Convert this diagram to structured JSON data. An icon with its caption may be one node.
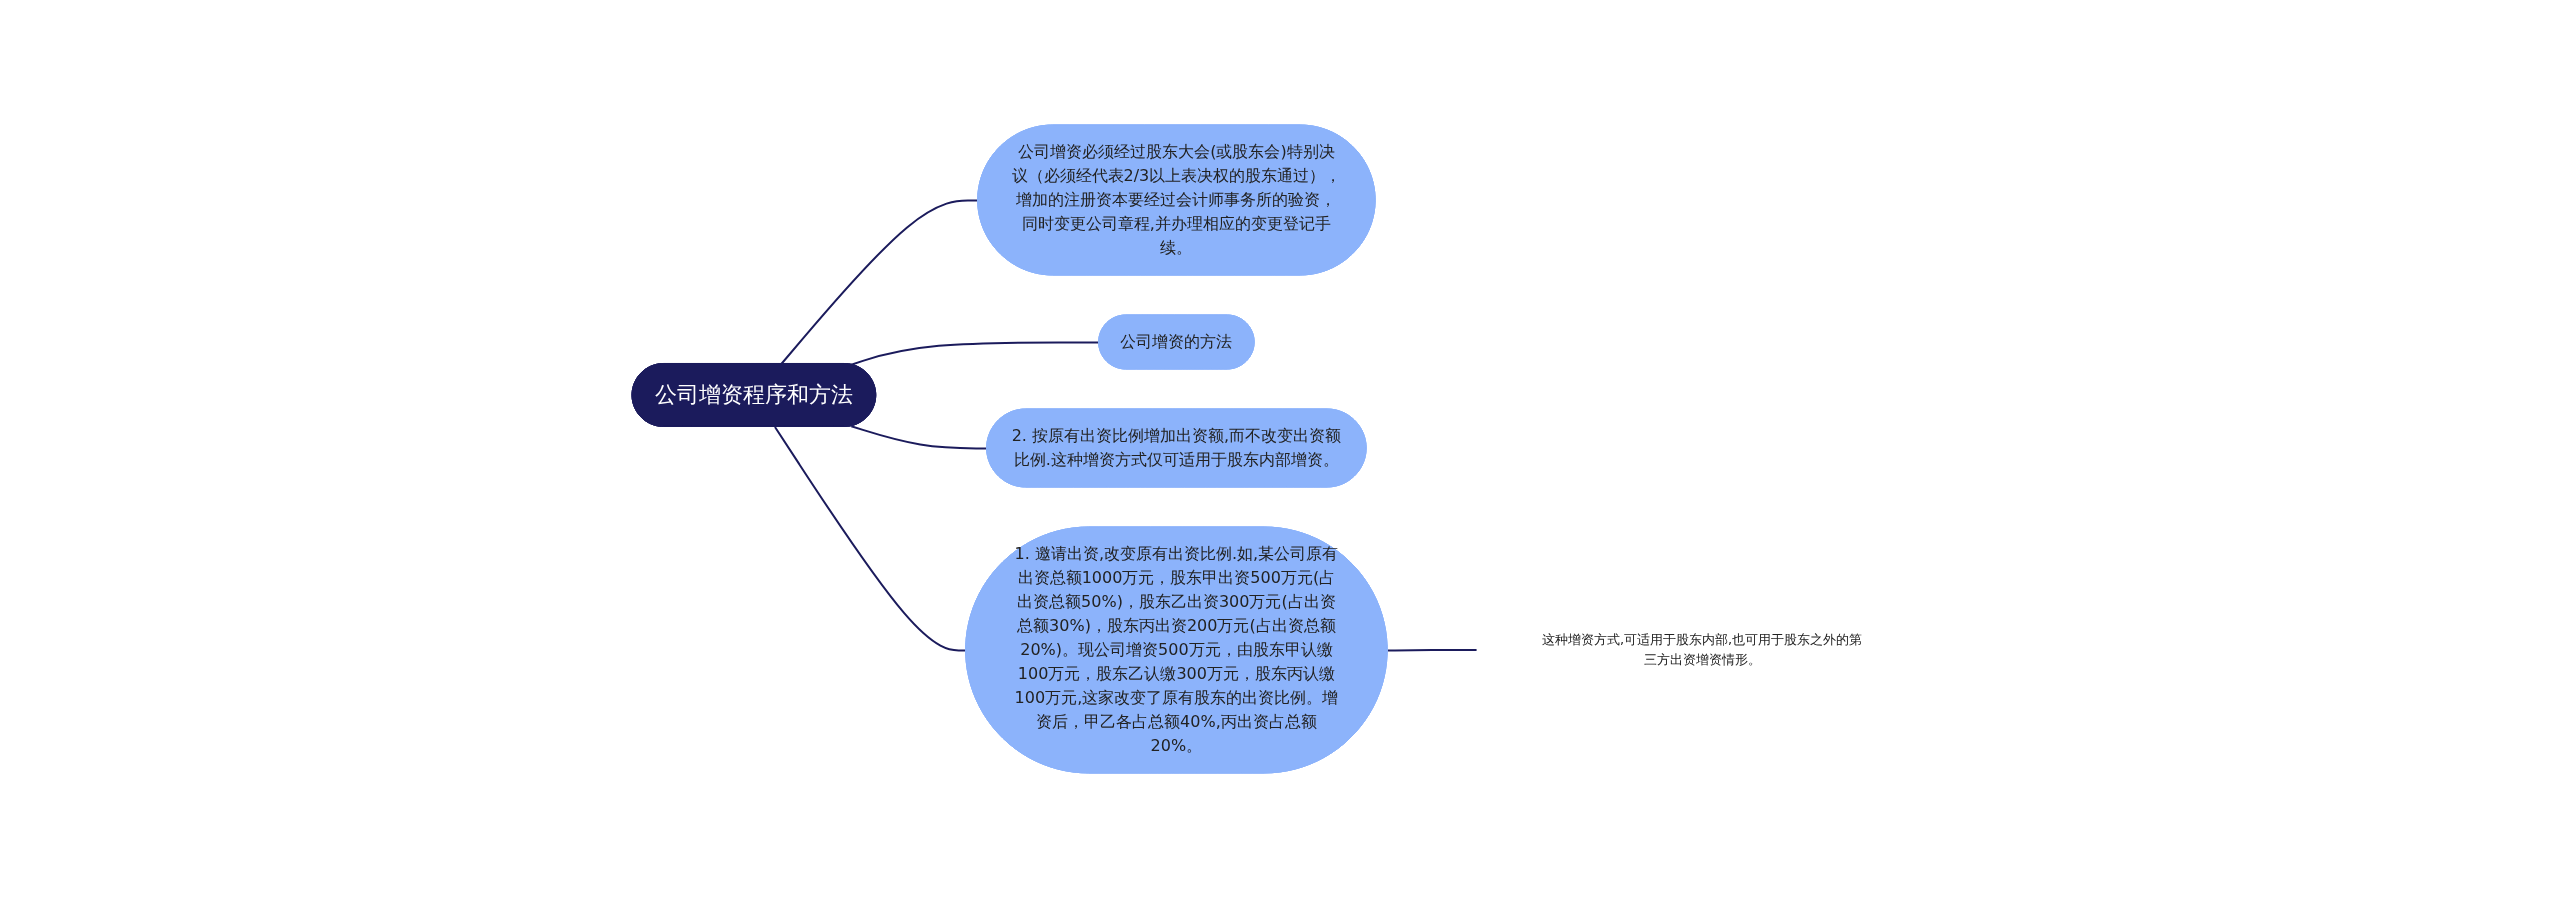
{
  "diagram": {
    "nodes": [
      {
        "text": [
          "公司增资程序和方法"
        ]
      },
      {
        "text": [
          "公司增资必须经过股东大会(或股东会)特别决议（必须经代表2/3以上表决权的股东通过），增加的注册资本要经过会计师事务所的验资，同时变更公司章程,并办理相应的变更登记手续。"
        ]
      },
      {
        "text": [
          "公司增资的方法"
        ]
      },
      {
        "text": [
          "2. 按原有出资比例增加出资额,而不改变出资额比例.这种增资方式仅可适用于股东内部增资。"
        ]
      },
      {
        "text": [
          "1. 邀请出资,改变原有出资比例.如,某公司原有出资总额1000万元，股东甲出资500万元(占出资总额50%)，股东乙出资300万元(占出资总额30%)，股东丙出资200万元(占出资总额20%)。现公司增资500万元，由股东甲认缴100万元，股东乙认缴300万元，股东丙认缴100万元,这家改变了原有股东的出资比例。增资后，甲乙各占总额40%,丙出资占总额20%。"
        ]
      },
      {
        "text": [
          "这种增资方式,可适用于股东内部,也可用于股东之外的第三方出资增资情形。"
        ]
      }
    ],
    "edges": [
      {
        "from": 0,
        "to": 1,
        "arrow": "none"
      },
      {
        "from": 0,
        "to": 2,
        "arrow": "none"
      },
      {
        "from": 0,
        "to": 3,
        "arrow": "none"
      },
      {
        "from": 0,
        "to": 4,
        "arrow": "none"
      },
      {
        "from": 4,
        "to": 5,
        "arrow": "none"
      }
    ]
  }
}
